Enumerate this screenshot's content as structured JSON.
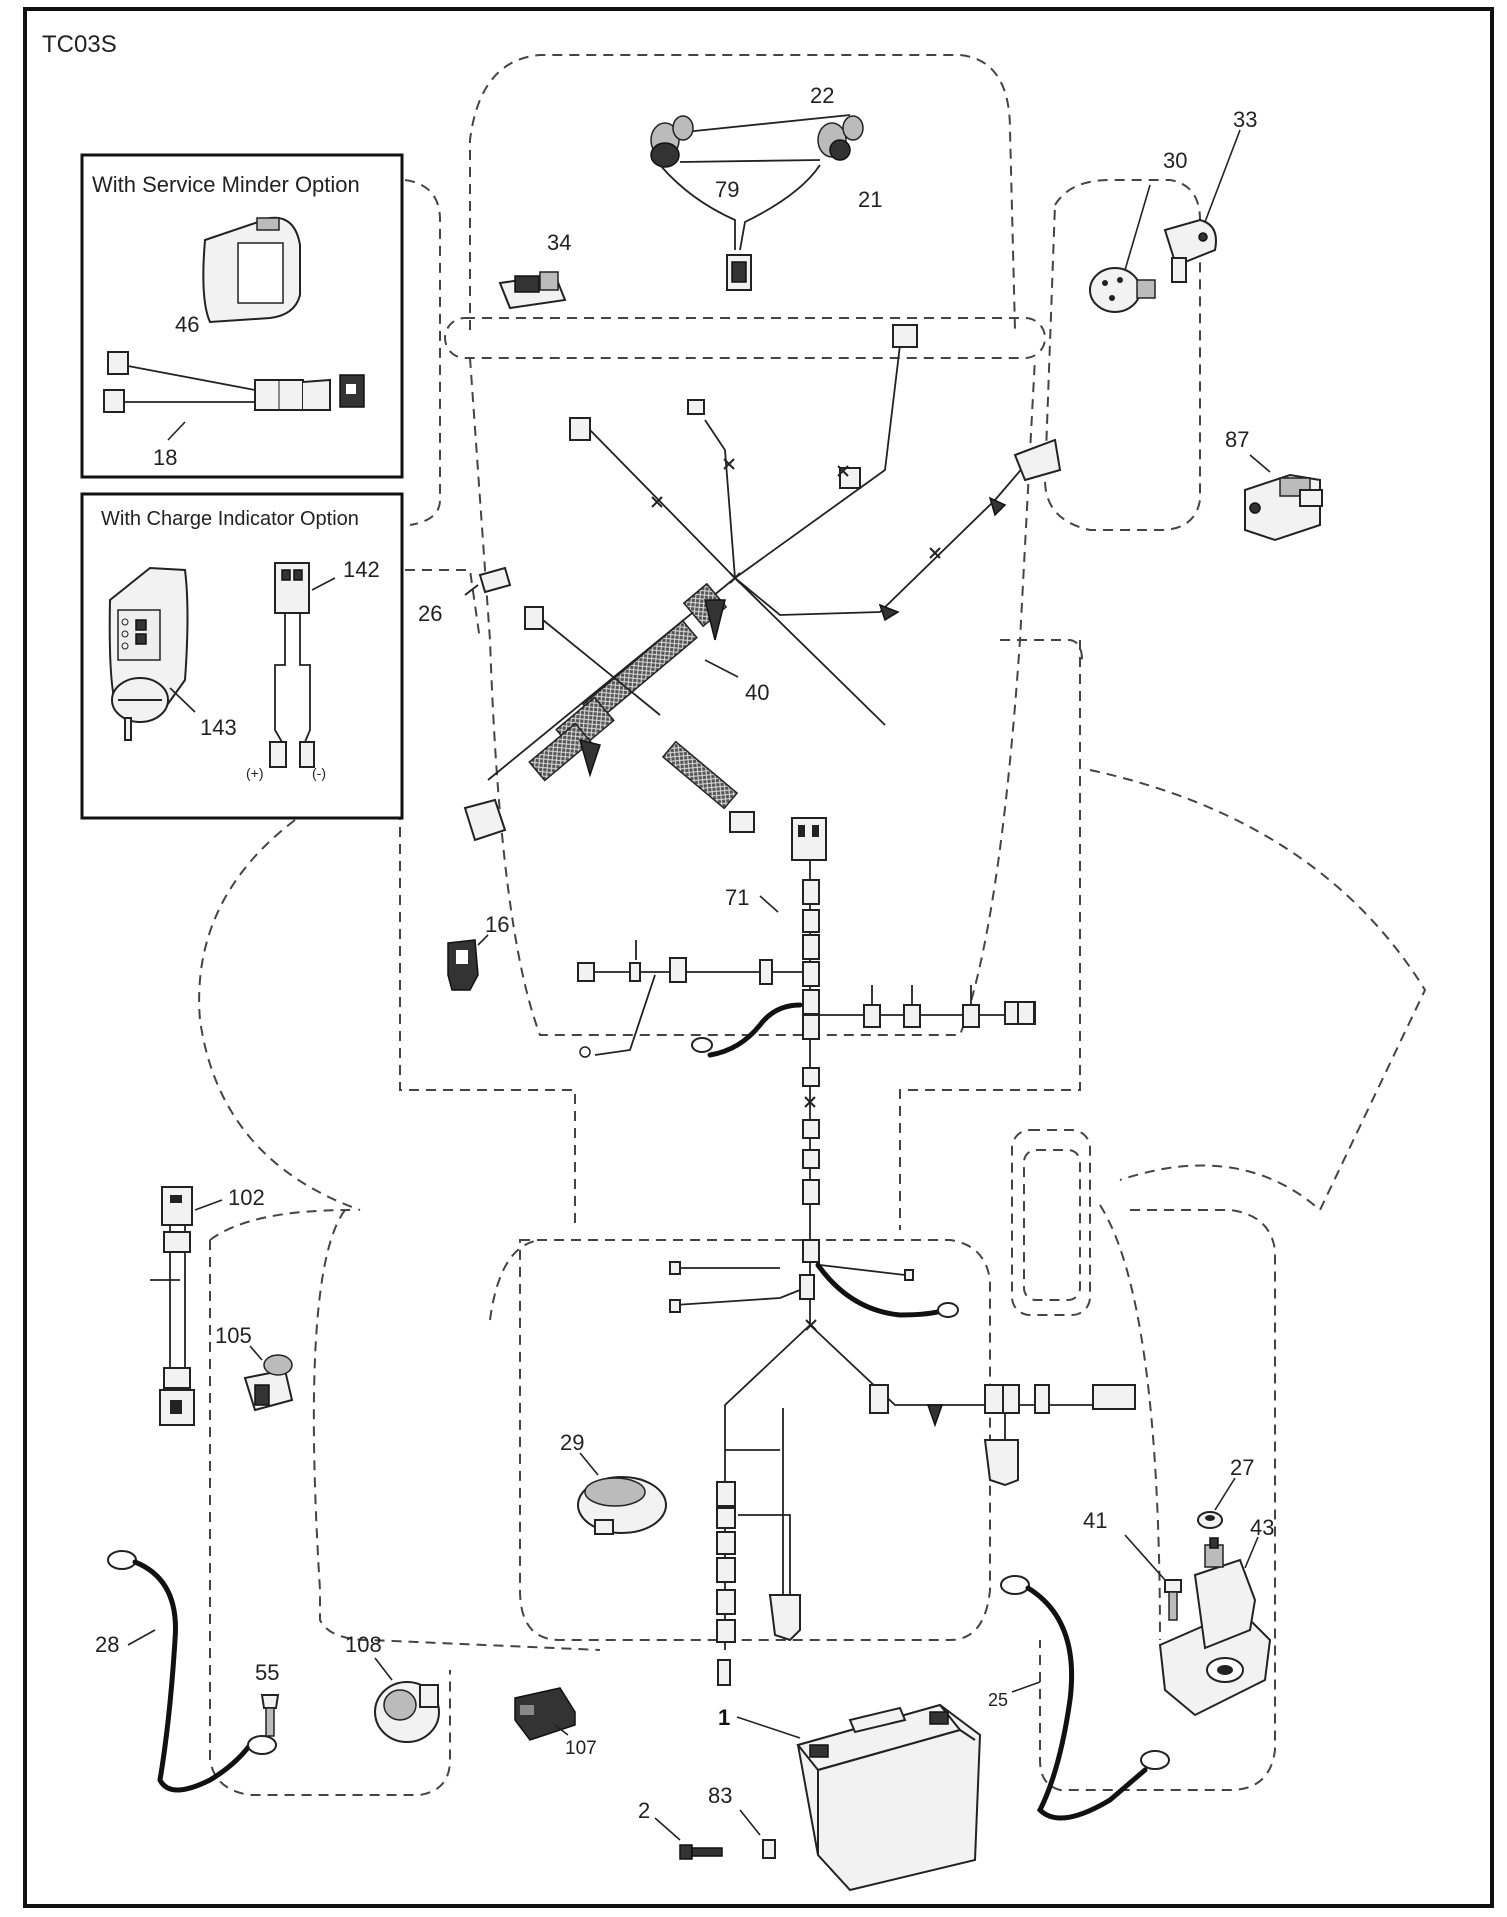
{
  "diagram_code": "TC03S",
  "option_boxes": {
    "service_minder": {
      "title": "With Service Minder Option"
    },
    "charge_indicator": {
      "title": "With Charge Indicator Option",
      "pos_label": "(+)",
      "neg_label": "(-)"
    }
  },
  "callouts": {
    "c1": "1",
    "c2": "2",
    "c16": "16",
    "c18": "18",
    "c21": "21",
    "c22": "22",
    "c25": "25",
    "c26": "26",
    "c27": "27",
    "c28": "28",
    "c29": "29",
    "c30": "30",
    "c33": "33",
    "c34": "34",
    "c40": "40",
    "c41": "41",
    "c43": "43",
    "c46": "46",
    "c55": "55",
    "c71": "71",
    "c79": "79",
    "c83": "83",
    "c87": "87",
    "c102": "102",
    "c105": "105",
    "c107": "107",
    "c108": "108",
    "c142": "142",
    "c143": "143"
  }
}
